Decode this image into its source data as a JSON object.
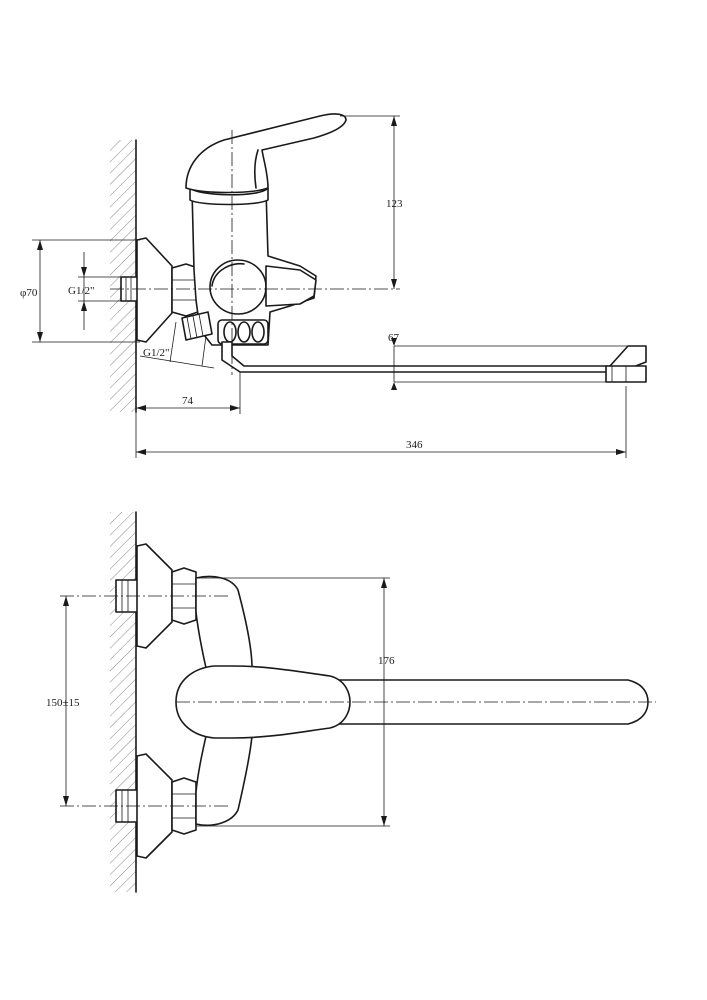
{
  "side_view": {
    "dims": {
      "height_above_axis": "123",
      "flange_diameter": "φ70",
      "inlet_thread": "G1/2\"",
      "outlet_thread": "G1/2\"",
      "spout_drop": "67",
      "wall_to_body": "74",
      "overall_length": "346"
    }
  },
  "front_view": {
    "dims": {
      "body_height": "176",
      "inlet_spacing": "150±15"
    }
  }
}
